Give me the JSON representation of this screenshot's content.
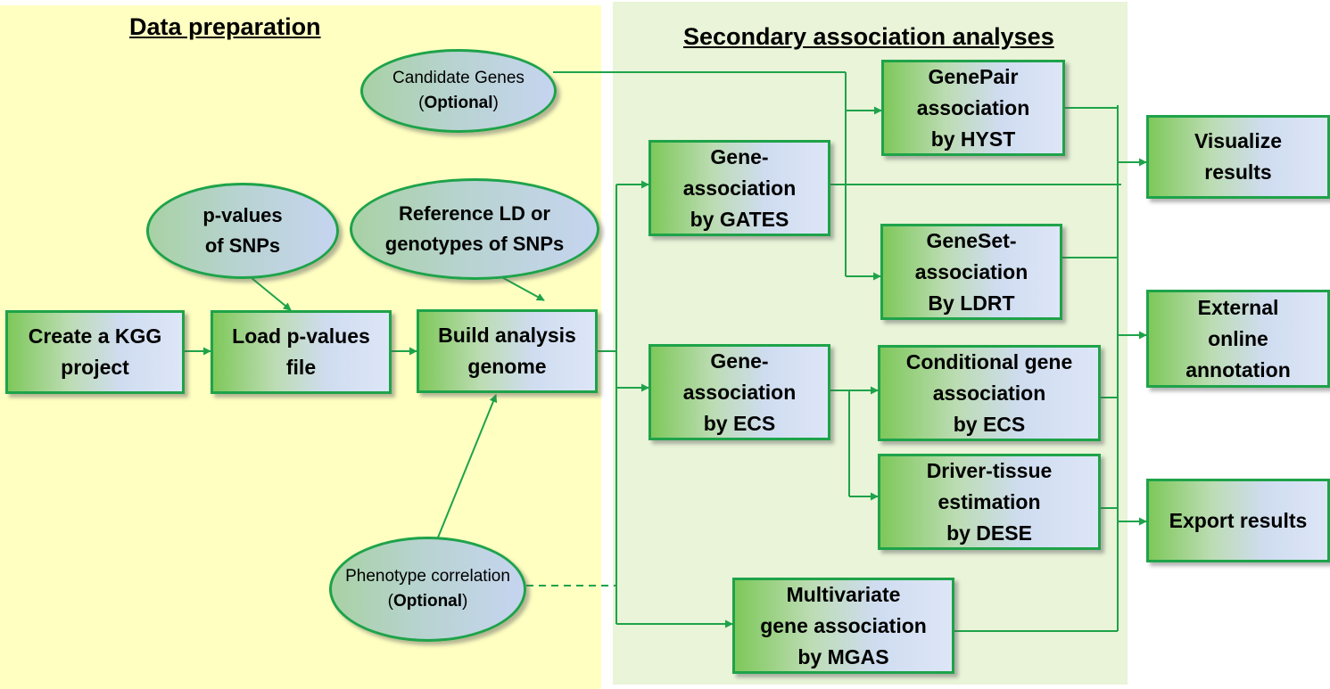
{
  "sections": {
    "left_title": "Data preparation",
    "right_title": "Secondary association analyses"
  },
  "nodes": {
    "create_project": "Create a KGG\nproject",
    "load_pvalues": "Load p-values\nfile",
    "build_genome": "Build analysis\ngenome",
    "gates": "Gene-\nassociation\nby GATES",
    "ecs": "Gene-\nassociation\nby ECS",
    "genepair": "GenePair\nassociation\nby HYST",
    "geneset": "GeneSet-\nassociation\nBy LDRT",
    "conditional": "Conditional gene\nassociation\nby ECS",
    "driver_tissue": "Driver-tissue\nestimation\nby DESE",
    "mgas": "Multivariate\ngene association\nby MGAS",
    "visualize": "Visualize\nresults",
    "external": "External\nonline\nannotation",
    "export": "Export results"
  },
  "inputs": {
    "candidate_genes": {
      "label": "Candidate Genes",
      "open": "(",
      "optional": "Optional",
      "close": ")"
    },
    "pvalues_snps": "p-values\nof SNPs",
    "reference_ld": "Reference LD or\ngenotypes of SNPs",
    "phenotype_corr": {
      "label": "Phenotype correlation",
      "open": "(",
      "optional": "Optional",
      "close": ")"
    }
  },
  "colors": {
    "left_panel": "#ffffc2",
    "right_panel": "#e9f4d8",
    "connector": "#1ea34a"
  }
}
